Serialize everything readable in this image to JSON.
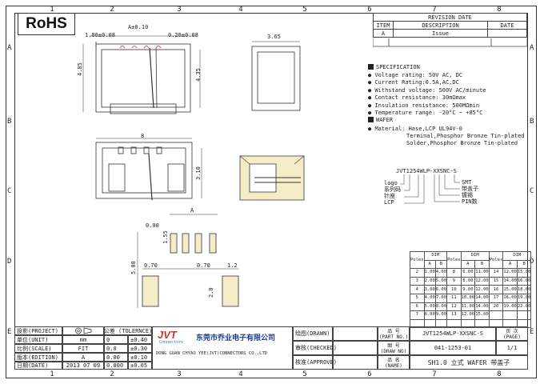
{
  "rohs": "RoHS",
  "columns_top": [
    "1",
    "2",
    "3",
    "4",
    "5",
    "6",
    "7",
    "8"
  ],
  "rows": [
    "A",
    "B",
    "C",
    "D",
    "E"
  ],
  "dims": {
    "d100": "1.00±0.08",
    "d_a010": "A±0.10",
    "d020": "0.20±0.08",
    "d365": "3.65",
    "d485": "4.85",
    "d435": "4.35",
    "d8": "8",
    "d310": "3.10",
    "d090": "0.90",
    "da": "A",
    "d155": "1.55",
    "d508": "5.08",
    "d070a": "0.70",
    "d070b": "0.70",
    "d12": "1.2",
    "d20": "2.0"
  },
  "revision": {
    "title": "REVISION DATE",
    "headers": [
      "ITEM",
      "DESCRIPTION",
      "DATE"
    ],
    "row": [
      "A",
      "Issue",
      ""
    ]
  },
  "spec": {
    "title": "SPECIFICATION",
    "items": [
      "Voltage rating: 50V AC, DC",
      "Current Rating:0.5A,AC,DC",
      "Withstand voltage: 500V AC/minute",
      "Contact resistance: 30mΩmax",
      "Insulation resistance: 500MΩmin",
      "Temperature range: -20°C ~ +85°C"
    ]
  },
  "wafer": {
    "title": "WAFER",
    "lines": [
      "Material: Hase,LCP UL94V-0",
      "Terminal,Phosphor Bronze Tin-plated",
      "Solder,Phosphor Bronze Tin-plated"
    ]
  },
  "partcode": {
    "code": "JVT1254WLP-XXSNC-S",
    "left": [
      "logo",
      "系列码",
      "针座",
      "LCP"
    ],
    "right": [
      "SMT",
      "带盖子",
      "镀锡",
      "PIN数"
    ]
  },
  "dimtable": {
    "headers": [
      "Poles",
      "DIM",
      "Poles",
      "DIM",
      "Poles",
      "DIM"
    ],
    "sub": [
      "",
      "A",
      "B",
      "",
      "A",
      "B",
      "",
      "A",
      "B"
    ],
    "rows": [
      [
        "2",
        "1.00",
        "4.00",
        "8",
        "6.00",
        "11.00",
        "14",
        "12.00",
        "15.00"
      ],
      [
        "3",
        "2.00",
        "5.00",
        "9",
        "8.00",
        "12.00",
        "15",
        "14.00",
        "16.00"
      ],
      [
        "4",
        "3.00",
        "6.00",
        "10",
        "9.00",
        "12.00",
        "16",
        "15.00",
        "18.00"
      ],
      [
        "5",
        "4.00",
        "7.00",
        "11",
        "10.00",
        "14.00",
        "17",
        "16.00",
        "19.00"
      ],
      [
        "6",
        "5.00",
        "8.00",
        "12",
        "11.00",
        "14.00",
        "20",
        "19.00",
        "22.00"
      ],
      [
        "7",
        "6.00",
        "9.00",
        "13",
        "12.00",
        "15.00",
        "",
        "",
        " "
      ],
      [
        "",
        "",
        "",
        "",
        "",
        "",
        "",
        "",
        ""
      ]
    ]
  },
  "titleblock": {
    "project_label": "投影(PROJECT)",
    "unit_label": "单位(UNIT)",
    "unit": "mm",
    "scale_label": "比例(SCALE)",
    "scale": "FIT",
    "edition_label": "版本(EDITION)",
    "edition": "A",
    "date_label": "日期(DATE)",
    "date": "2013 07 09",
    "tol_label": "公差 (TOLERNCE)",
    "tol": [
      [
        "0",
        "±0.40"
      ],
      [
        "0.0",
        "±0.30"
      ],
      [
        "0.00",
        "±0.10"
      ],
      [
        "0.000",
        "±0.05"
      ]
    ],
    "logo": "JVT",
    "logo_sub": "Connectors",
    "company_cn": "东莞市乔业电子有限公司",
    "company_en": "DONG GUAN CHYAO YEE(JVT)CONNECTORS CO.,LTD",
    "drawn_label": "绘图(DRAWN)",
    "checked_label": "审核(CHECKED)",
    "approve_label": "核准(APPROVE)",
    "part_label": "品 号",
    "part_sub": "(PART NO.)",
    "part_no": "JVT1254WLP-XXSNC-S",
    "drawno_label": "图 号",
    "drawno_sub": "(DRAW NO)",
    "draw_no": "041-1253-01",
    "page_label": "页 次",
    "page_sub": "(PAGE)",
    "page": "1/1",
    "name_label": "品 名",
    "name_sub": "(NAME)",
    "name": "SH1.0 立式 WAFER 带盖子"
  }
}
